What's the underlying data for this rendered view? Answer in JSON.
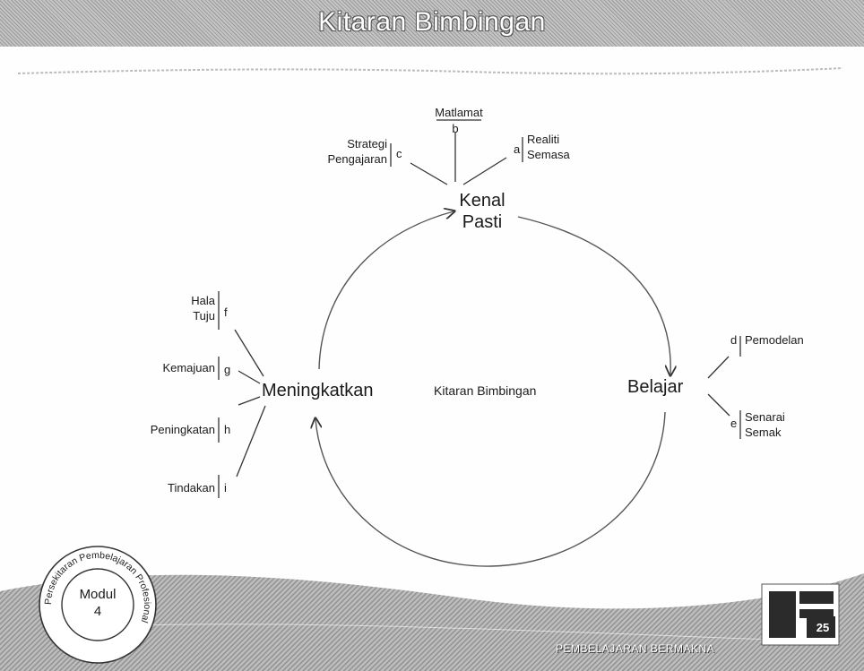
{
  "title": "Kitaran Bimbingan",
  "center_label": "Kitaran Bimbingan",
  "nodes": {
    "top": [
      "Kenal",
      "Pasti"
    ],
    "right": "Belajar",
    "left": "Meningkatkan"
  },
  "branches": {
    "a": {
      "letter": "a",
      "text": [
        "Realiti",
        "Semasa"
      ]
    },
    "b": {
      "letter": "b",
      "text": "Matlamat"
    },
    "c": {
      "letter": "c",
      "text": [
        "Strategi",
        "Pengajaran"
      ]
    },
    "d": {
      "letter": "d",
      "text": "Pemodelan"
    },
    "e": {
      "letter": "e",
      "text": [
        "Senarai",
        "Semak"
      ]
    },
    "f": {
      "letter": "f",
      "text": [
        "Hala",
        "Tuju"
      ]
    },
    "g": {
      "letter": "g",
      "text": "Kemajuan"
    },
    "h": {
      "letter": "h",
      "text": "Peningkatan"
    },
    "i": {
      "letter": "i",
      "text": "Tindakan"
    }
  },
  "badge": {
    "ring": "Persekitaran Pembelajaran Profesional",
    "line1": "Modul",
    "line2": "4"
  },
  "footer": "PEMBELAJARAN BERMAKNA",
  "logo_number": "25"
}
